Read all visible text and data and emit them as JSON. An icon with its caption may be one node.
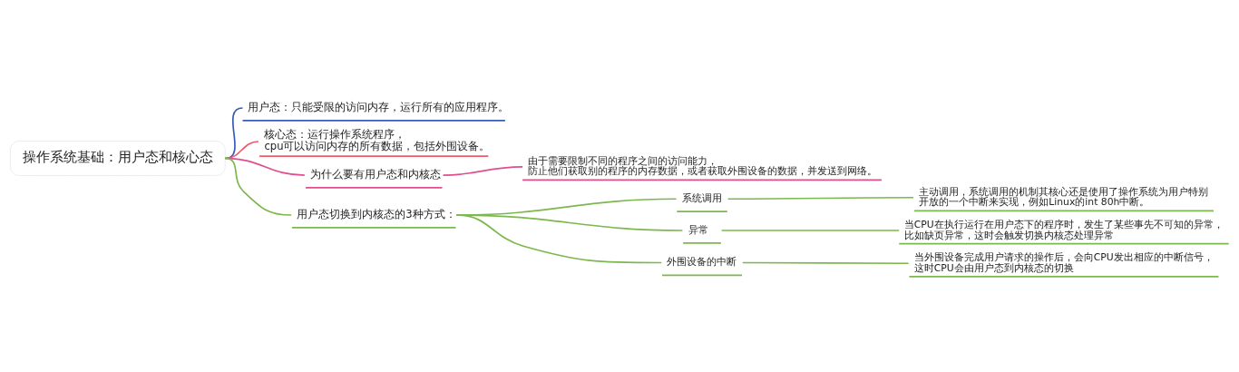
{
  "diagram": {
    "nodes": [
      {
        "text": [
          "操作系统基础：用户态和核心态"
        ]
      },
      {
        "text": [
          "用户态：只能受限的访问内存，运行所有的应用程序。"
        ]
      },
      {
        "text": [
          "核心态：运行操作系统程序，cpu可以访问内存的所有数据，包括外围设备。"
        ]
      },
      {
        "text": [
          "为什么要有用户态和内核态"
        ]
      },
      {
        "text": [
          "由于需要限制不同的程序之间的访问能力，防止他们获取别的程序的内存数据，或者获取外围设备的数据，并发送到网络。"
        ]
      },
      {
        "text": [
          "用户态切换到内核态的3种方式："
        ]
      },
      {
        "text": [
          "系统调用"
        ]
      },
      {
        "text": [
          "主动调用，系统调用的机制其核心还是使用了操作系统为用户特别开放的一个中断来实现，例如Linux的int 80h中断。"
        ]
      },
      {
        "text": [
          "异常"
        ]
      },
      {
        "text": [
          "当CPU在执行运行在用户态下的程序时，发生了某些事先不可知的异常，比如缺页异常，这时会触发切换内核态处理异常"
        ]
      },
      {
        "text": [
          "外围设备的中断"
        ]
      },
      {
        "text": [
          "当外围设备完成用户请求的操作后，会向CPU发出相应的中断信号，这时CPU会由用户态到内核态的切换"
        ]
      }
    ],
    "edges": [
      {
        "from": 0,
        "to": 1,
        "arrow": "none",
        "color": "#3a5bb5"
      },
      {
        "from": 0,
        "to": 2,
        "arrow": "none",
        "color": "#ec5a6e"
      },
      {
        "from": 0,
        "to": 3,
        "arrow": "none",
        "color": "#df4f8f"
      },
      {
        "from": 3,
        "to": 4,
        "arrow": "none",
        "color": "#df4f8f"
      },
      {
        "from": 0,
        "to": 5,
        "arrow": "none"
      },
      {
        "from": 5,
        "to": 6,
        "arrow": "none"
      },
      {
        "from": 6,
        "to": 7,
        "arrow": "none"
      },
      {
        "from": 5,
        "to": 8,
        "arrow": "none"
      },
      {
        "from": 8,
        "to": 9,
        "arrow": "none"
      },
      {
        "from": 5,
        "to": 10,
        "arrow": "none"
      },
      {
        "from": 10,
        "to": 11,
        "arrow": "none"
      }
    ]
  }
}
